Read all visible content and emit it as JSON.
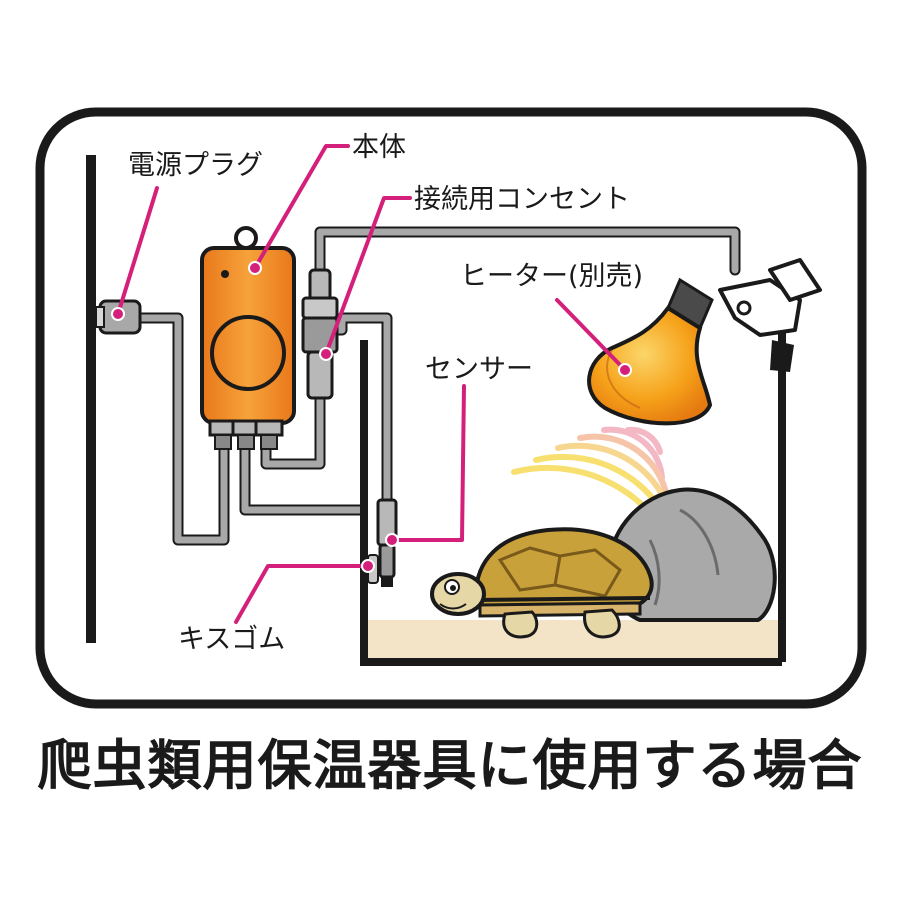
{
  "labels": {
    "power_plug": "電源プラグ",
    "main_unit": "本体",
    "connection_outlet": "接続用コンセント",
    "heater": "ヒーター(別売)",
    "sensor": "センサー",
    "suction_cup": "キスゴム"
  },
  "caption": "爬虫類用保温器具に使用する場合",
  "colors": {
    "leader": "#d4207a",
    "unit_body": "#f08a1c",
    "cable": "#a8a8a8",
    "outline": "#1a1a1a",
    "substrate": "#f3e4c8",
    "bulb": "#f6a21a",
    "rock": "#a9a9a9",
    "shell": "#c9a13a"
  }
}
